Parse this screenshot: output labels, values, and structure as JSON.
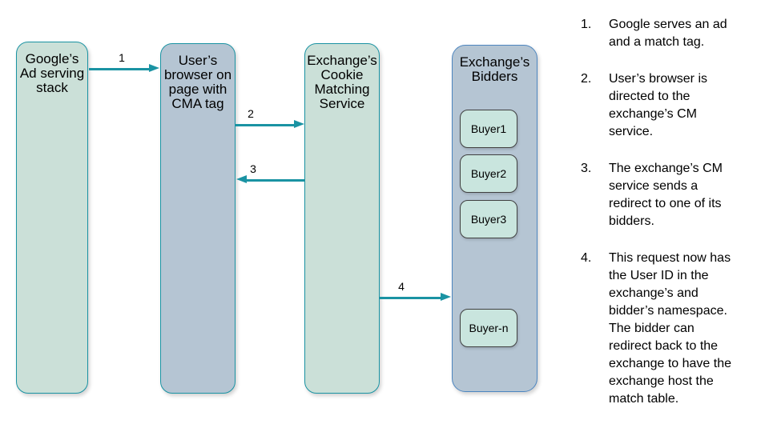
{
  "colors": {
    "teal": "#1a93a3",
    "node-green": "#cbe0d8",
    "node-blue": "#b5c5d3",
    "bidders-border": "#4d86c0",
    "buyer-fill": "#c9e5de",
    "buyer-border": "#404040",
    "text": "#000000"
  },
  "diagram": {
    "nodes": [
      {
        "label": "Google’s\nAd serving\nstack"
      },
      {
        "label": "User’s\nbrowser on\npage with\nCMA tag"
      },
      {
        "label": "Exchange’s\nCookie\nMatching\nService"
      },
      {
        "label": "Exchange’s\nBidders",
        "buyers": [
          "Buyer1",
          "Buyer2",
          "Buyer3",
          "Buyer-n"
        ]
      }
    ],
    "arrows": [
      {
        "label": "1"
      },
      {
        "label": "2"
      },
      {
        "label": "3"
      },
      {
        "label": "4"
      }
    ]
  },
  "steps": [
    {
      "num": "1.",
      "text": "Google serves an ad\nand a match tag."
    },
    {
      "num": "2.",
      "text": "User’s browser is\ndirected to the\nexchange’s CM\nservice."
    },
    {
      "num": "3.",
      "text": "The exchange’s CM\nservice sends a\nredirect to one of its\nbidders."
    },
    {
      "num": "4.",
      "text": "This request now has\nthe User ID in the\nexchange’s and\nbidder’s namespace.\nThe bidder can\nredirect back to the\nexchange to have the\nexchange host the\nmatch table."
    }
  ]
}
